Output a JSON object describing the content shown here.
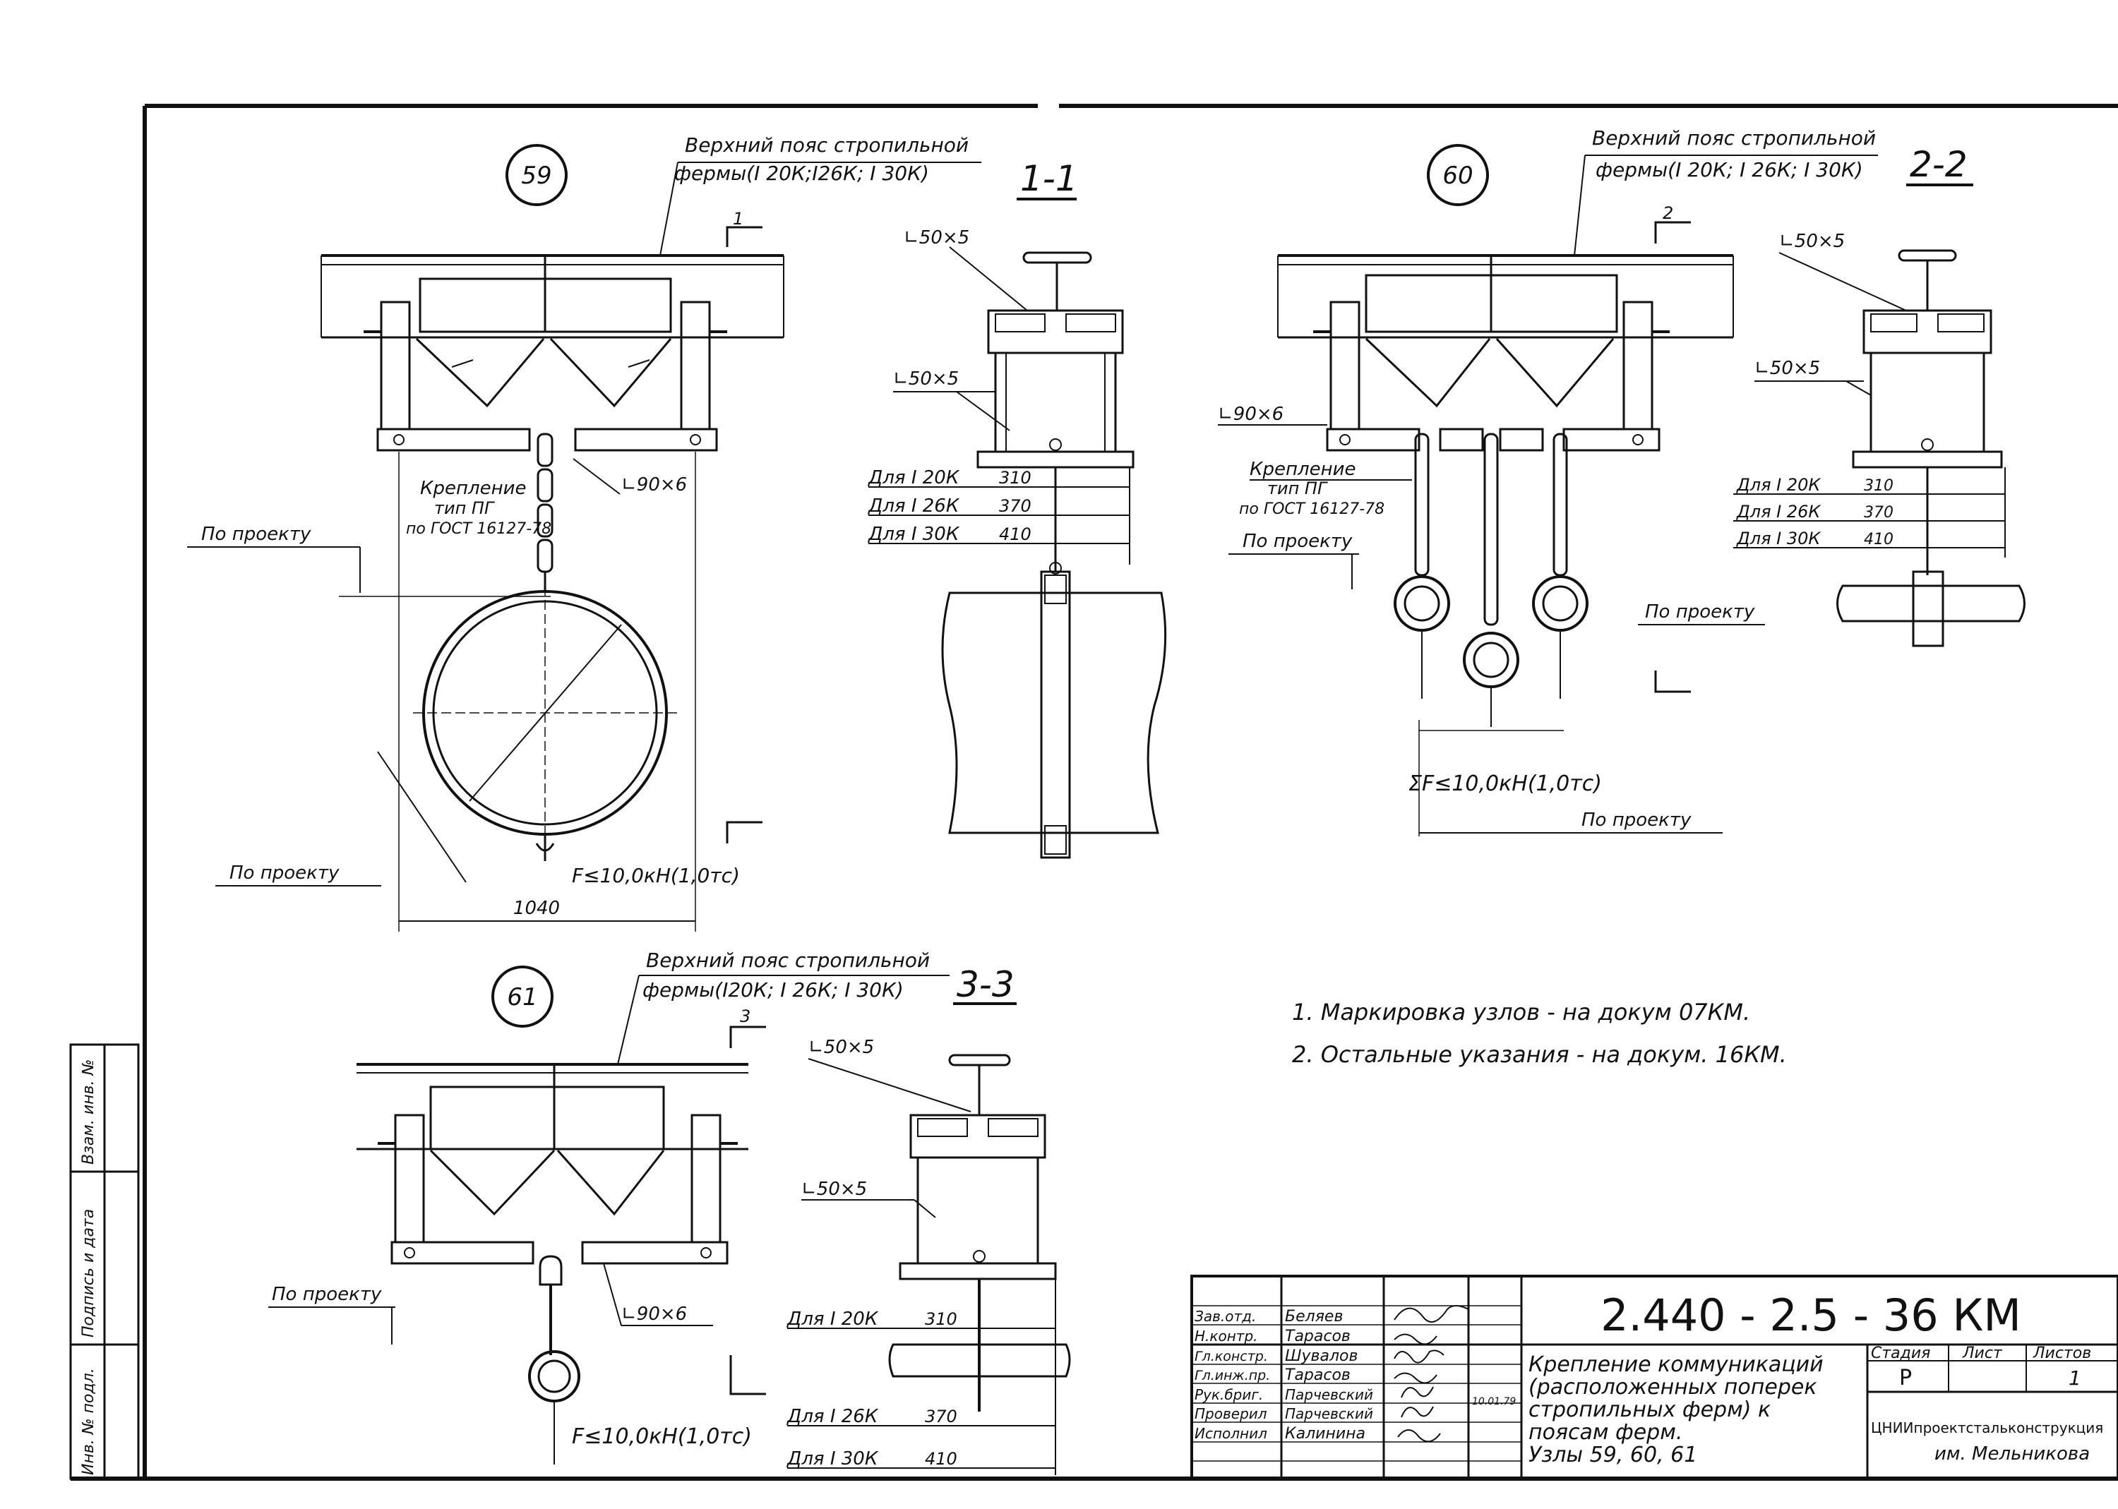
{
  "node59": {
    "marker": "59",
    "chord_label_1": "Верхний пояс стропильной",
    "chord_label_2": "фермы(I 20К;I26К; I 30К)",
    "section_mark": "1",
    "angle_label": "∟90×6",
    "fastening_1": "Крепление",
    "fastening_2": "тип ПГ",
    "fastening_3": "по ГОСТ 16127-78",
    "by_project_top": "По проекту",
    "by_project_bottom": "По проекту",
    "load": "F≤10,0кН(1,0тс)",
    "width": "1040"
  },
  "section11": {
    "title": "1-1",
    "angle_top": "∟50×5",
    "angle_mid": "∟50×5",
    "rows": [
      {
        "label": "Для I 20К",
        "value": "310"
      },
      {
        "label": "Для I 26К",
        "value": "370"
      },
      {
        "label": "Для I 30К",
        "value": "410"
      }
    ]
  },
  "node60": {
    "marker": "60",
    "chord_label_1": "Верхний пояс стропильной",
    "chord_label_2": "фермы(I 20К; I 26К; I 30К)",
    "section_mark": "2",
    "angle_label": "∟90×6",
    "fastening_1": "Крепление",
    "fastening_2": "тип ПГ",
    "fastening_3": "по ГОСТ 16127-78",
    "by_project_top": "По проекту",
    "by_project_right": "По проекту",
    "by_project_bottom": "По проекту",
    "load": "ΣF≤10,0кН(1,0тс)"
  },
  "section22": {
    "title": "2-2",
    "angle_top": "∟50×5",
    "angle_mid": "∟50×5",
    "rows": [
      {
        "label": "Для I 20К",
        "value": "310"
      },
      {
        "label": "Для I 26К",
        "value": "370"
      },
      {
        "label": "Для I 30К",
        "value": "410"
      }
    ]
  },
  "node61": {
    "marker": "61",
    "chord_label_1": "Верхний пояс стропильной",
    "chord_label_2": "фермы(I20К; I 26К; I 30К)",
    "section_mark": "3",
    "angle_label": "∟90×6",
    "by_project": "По проекту",
    "load": "F≤10,0кН(1,0тс)"
  },
  "section33": {
    "title": "3-3",
    "angle_top": "∟50×5",
    "angle_mid": "∟50×5",
    "rows": [
      {
        "label": "Для I 20К",
        "value": "310"
      },
      {
        "label": "Для I 26К",
        "value": "370"
      },
      {
        "label": "Для I 30К",
        "value": "410"
      }
    ]
  },
  "notes": [
    "1. Маркировка узлов - на докум 07КМ.",
    "2. Остальные указания - на докум. 16КМ."
  ],
  "side_stamp": [
    "Инв. № подл.",
    "Подпись и дата",
    "Взам. инв. №"
  ],
  "title_block": {
    "code": "2.440 - 2.5 - 36 КМ",
    "title_lines": [
      "Крепление коммуникаций",
      "(расположенных поперек",
      "стропильных ферм) к",
      "поясам ферм.",
      "Узлы 59, 60, 61"
    ],
    "stage_header": "Стадия",
    "sheet_header": "Лист",
    "sheets_header": "Листов",
    "stage": "Р",
    "sheet": "",
    "sheets": "1",
    "org_1": "ЦНИИпроектстальконструкция",
    "org_2": "им. Мельникова",
    "date": "10.01.79",
    "roles": [
      {
        "role": "Зав.отд.",
        "name": "Беляев"
      },
      {
        "role": "Н.контр.",
        "name": "Тарасов"
      },
      {
        "role": "Гл.констр.",
        "name": "Шувалов"
      },
      {
        "role": "Гл.инж.пр.",
        "name": "Тарасов"
      },
      {
        "role": "Рук.бриг.",
        "name": "Парчевский"
      },
      {
        "role": "Проверил",
        "name": "Парчевский"
      },
      {
        "role": "Исполнил",
        "name": "Калинина"
      }
    ]
  }
}
